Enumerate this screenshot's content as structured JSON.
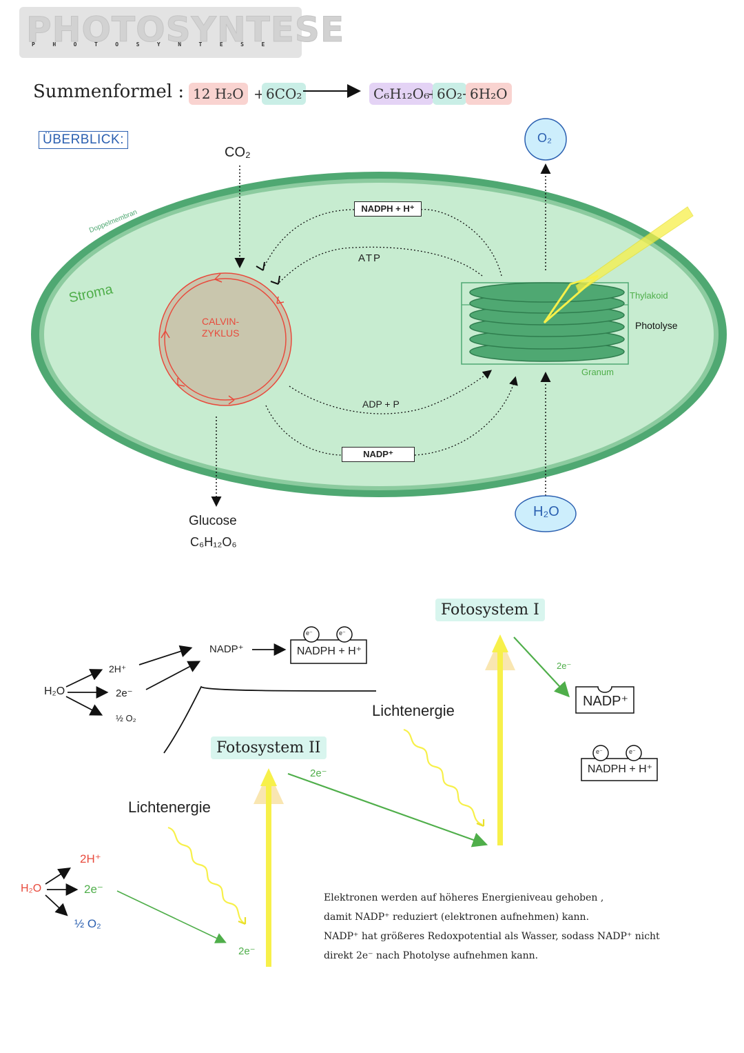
{
  "header": {
    "title_big": "PHOTOSYNTESE",
    "title_small": "PHOTOSYNTESE"
  },
  "summenformel": {
    "label": "Summenformel :",
    "reactant_1": "12 H₂O",
    "plus_1": "+",
    "reactant_2": "6CO₂",
    "product_1": "C₆H₁₂O₆",
    "plus_2": "+",
    "product_2": "6O₂",
    "plus_3": "+",
    "product_3": "6H₂O"
  },
  "overview": {
    "heading": "ÜBERBLICK:",
    "co2_in": "CO₂",
    "o2_out": "O₂",
    "h2o_in": "H₂O",
    "membrane_label": "Doppelmembran",
    "stroma_label": "Stroma",
    "calvin_label_1": "CALVIN-",
    "calvin_label_2": "ZYKLUS",
    "nadph_box": "NADPH + H⁺",
    "atp": "ATP",
    "adp_p": "ADP + P",
    "nadp_box": "NADP⁺",
    "thylakoid_label": "Thylakoid",
    "photolyse_label": "Photolyse",
    "granum_label": "Granum",
    "glucose_label": "Glucose",
    "glucose_formula": "C₆H₁₂O₆"
  },
  "detail": {
    "h2o_top": "H₂O",
    "h_top": "2H⁺",
    "e_top": "2e⁻",
    "o_top": "½ O₂",
    "nadp_top": "NADP⁺",
    "nadph_top": "NADPH + H⁺",
    "electron_symbol": "e⁻",
    "fotosystem_1": "Fotosystem I",
    "fotosystem_2": "Fotosystem II",
    "lichtenergie_1": "Lichtenergie",
    "lichtenergie_2": "Lichtenergie",
    "e_ps1_out": "2e⁻",
    "e_ps2_out": "2e⁻",
    "nadp_right": "NADP⁺",
    "nadph_right": "NADPH + H⁺",
    "h2o_bottom": "H₂O",
    "h_bottom": "2H⁺",
    "e_bottom": "2e⁻",
    "o_bottom": "½ O₂",
    "e_at_ps2": "2e⁻"
  },
  "note": {
    "line_1": "Elektronen werden auf höheres Energieniveau gehoben ,",
    "line_2": "damit NADP⁺ reduziert (elektronen aufnehmen) kann.",
    "line_3": "NADP⁺ hat größeres Redoxpotential als Wasser, sodass NADP⁺ nicht",
    "line_4": "direkt 2e⁻ nach Photolyse aufnehmen kann."
  },
  "colors": {
    "membrane": "#4fa872",
    "stroma": "#c7ecd0",
    "calvin_ring": "#e84a3c",
    "calvin_fill": "#c9c6ad",
    "grana": "#4fa872",
    "light": "#f7f04a",
    "blue": "#2a5fb0",
    "green_arrow": "#4fae4a",
    "red": "#e84a3c"
  }
}
